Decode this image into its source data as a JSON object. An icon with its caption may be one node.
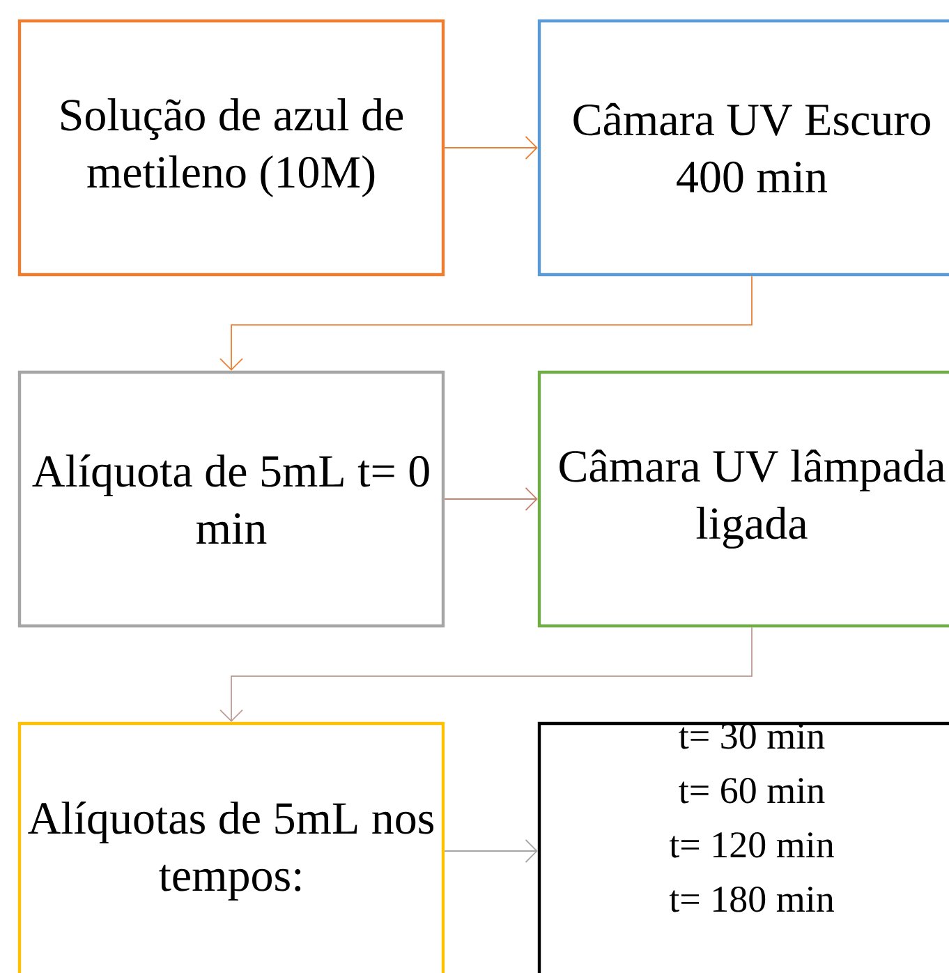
{
  "diagram": {
    "nodes": [
      {
        "text": [
          "Solução de azul de metileno (10M)"
        ]
      },
      {
        "text": [
          "Câmara UV Escuro 400 min"
        ]
      },
      {
        "text": [
          "Alíquota de 5mL t= 0 min"
        ]
      },
      {
        "text": [
          "Câmara UV lâmpada ligada"
        ]
      },
      {
        "text": [
          "Alíquotas de 5mL nos tempos:"
        ]
      },
      {
        "text": [
          "t= 30 min",
          "t= 60 min",
          "t= 120 min",
          "t= 180 min"
        ]
      }
    ],
    "edges": [
      {
        "from": 0,
        "to": 1,
        "arrow": "to",
        "color": "#ed7d31"
      },
      {
        "from": 1,
        "to": 2,
        "arrow": "to",
        "color": "#ed7d31"
      },
      {
        "from": 2,
        "to": 3,
        "arrow": "to",
        "color": "#c8826e"
      },
      {
        "from": 3,
        "to": 4,
        "arrow": "to",
        "color": "#c09a94"
      },
      {
        "from": 4,
        "to": 5,
        "arrow": "to",
        "color": "#a5a5a5"
      }
    ]
  }
}
